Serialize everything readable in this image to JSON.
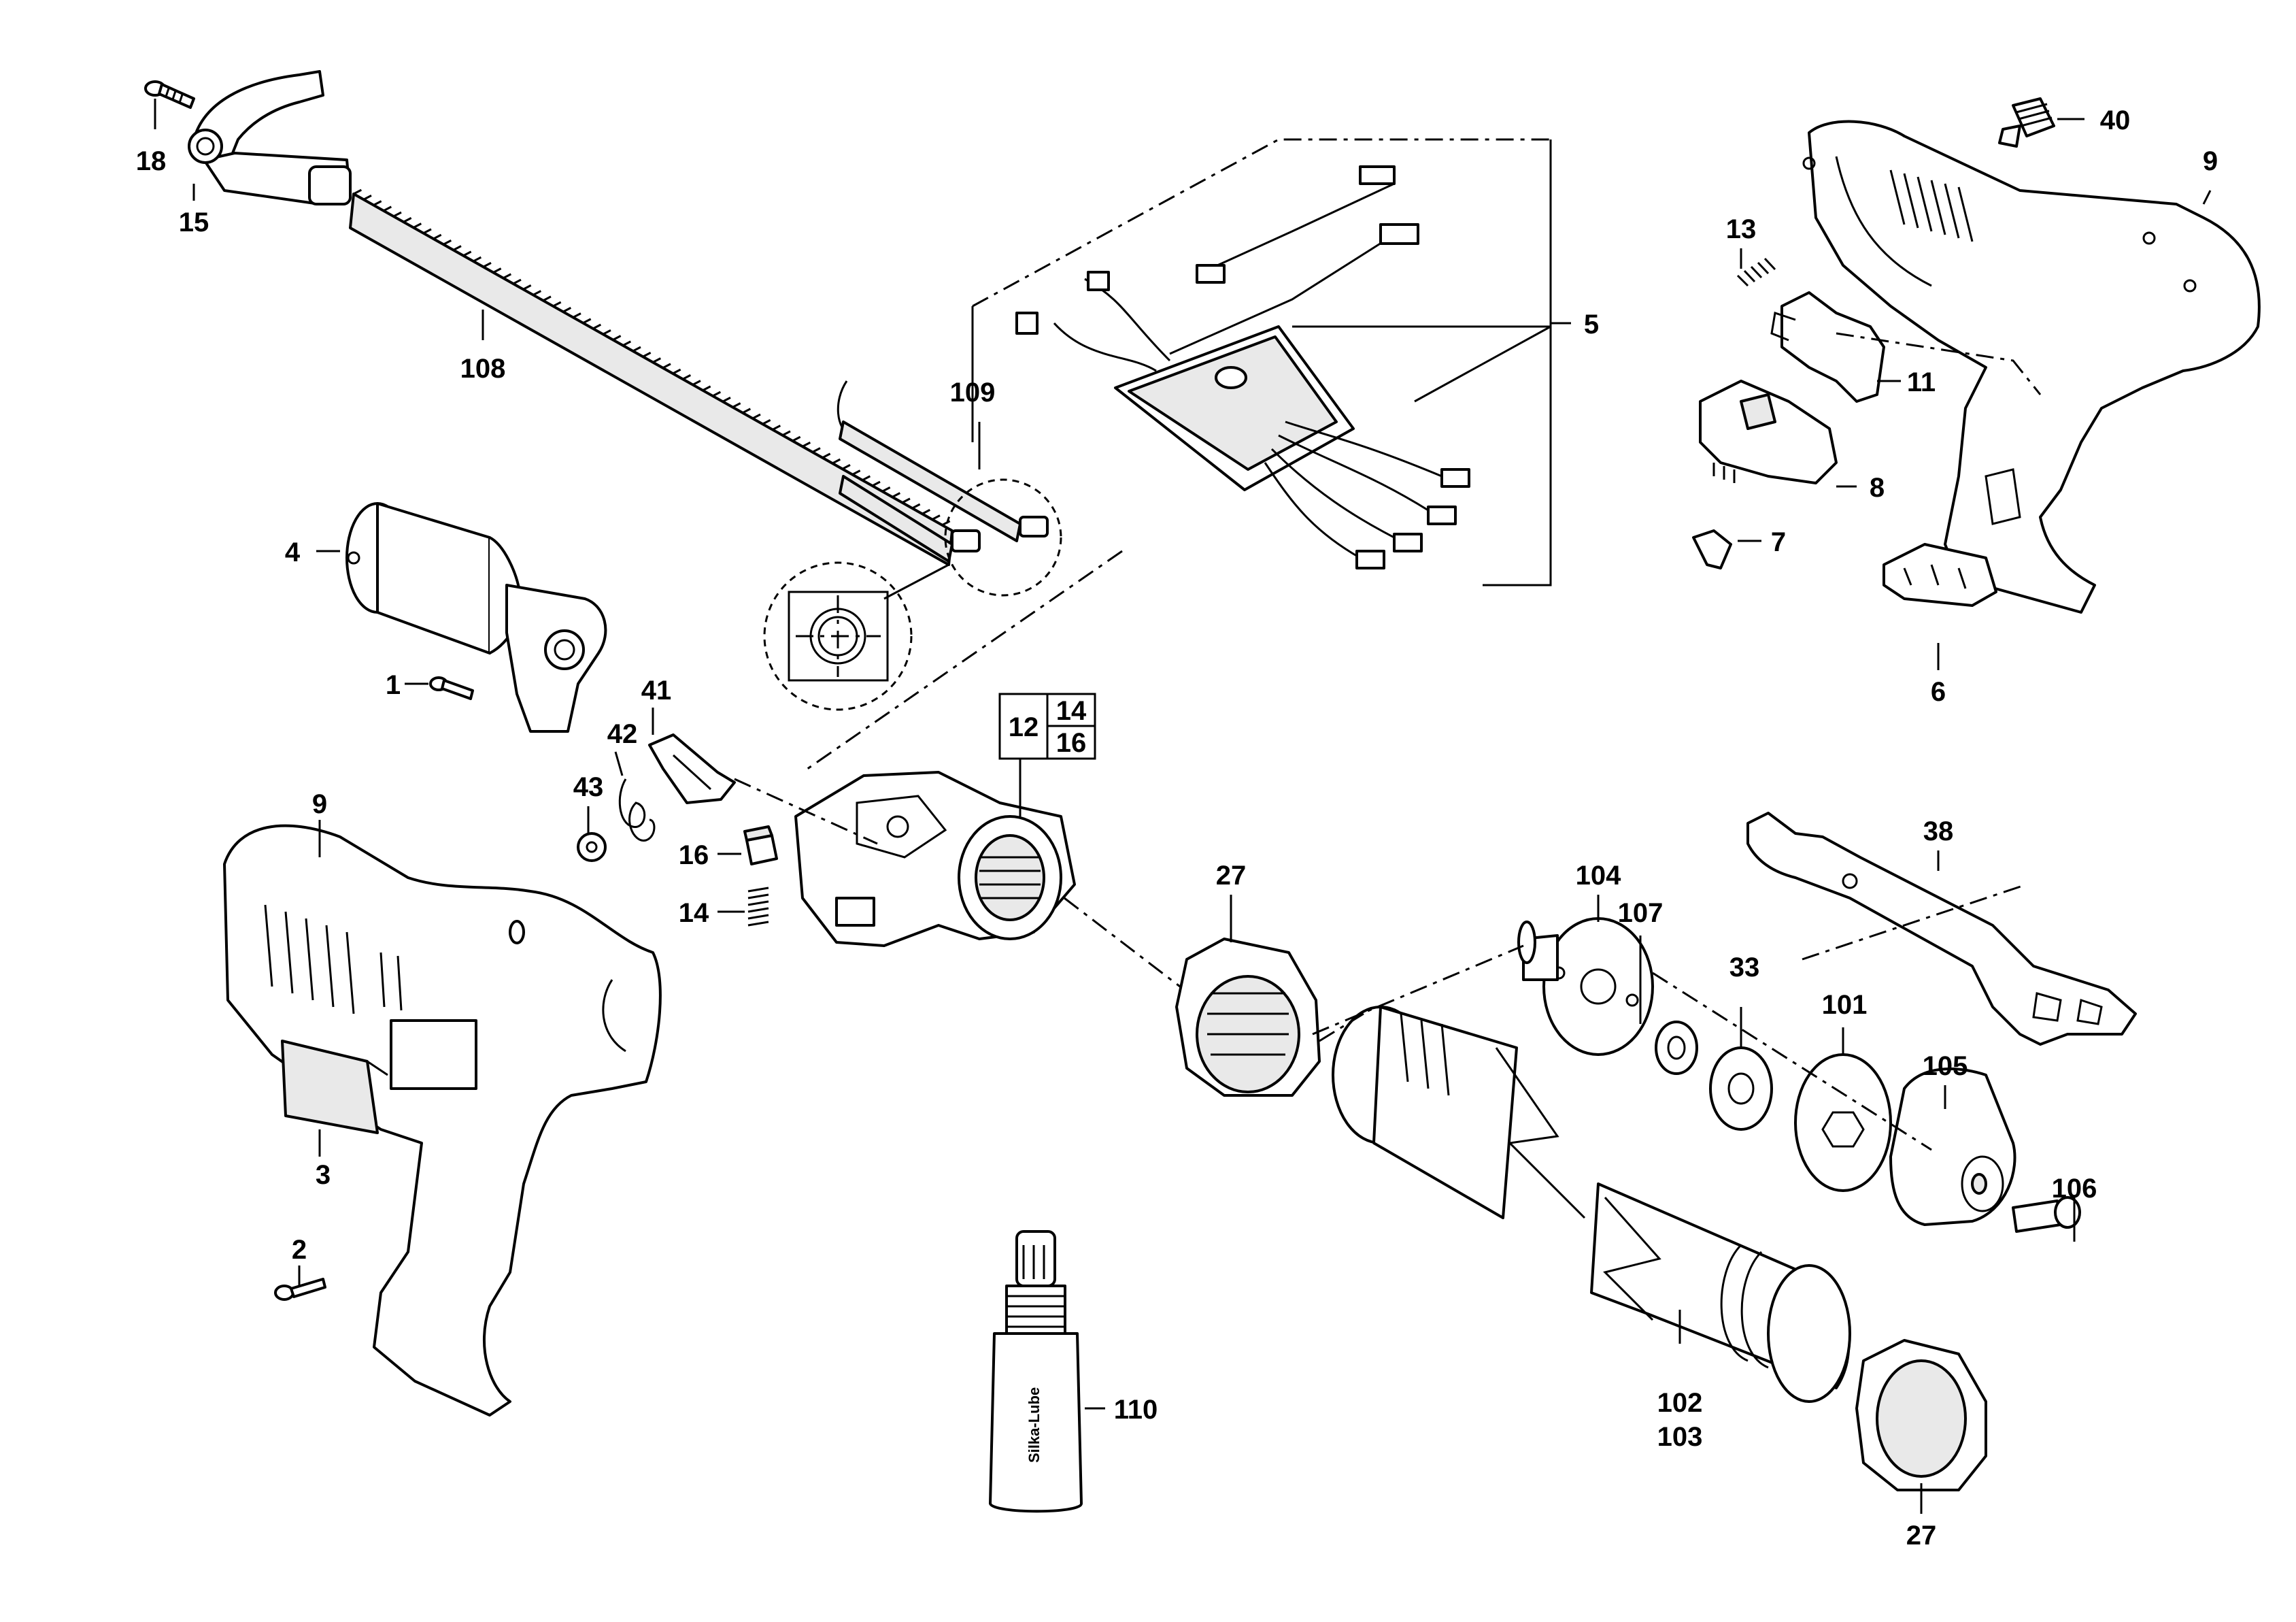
{
  "diagram": {
    "title": "",
    "bottle_label": "Silka-Lube",
    "boxed_callout": {
      "left": "12",
      "right_top": "14",
      "right_bottom": "16"
    },
    "callouts": [
      {
        "id": "c18",
        "text": "18"
      },
      {
        "id": "c15",
        "text": "15"
      },
      {
        "id": "c108",
        "text": "108"
      },
      {
        "id": "c109",
        "text": "109"
      },
      {
        "id": "c5",
        "text": "5"
      },
      {
        "id": "c4",
        "text": "4"
      },
      {
        "id": "c1",
        "text": "1"
      },
      {
        "id": "c41",
        "text": "41"
      },
      {
        "id": "c42",
        "text": "42"
      },
      {
        "id": "c43",
        "text": "43"
      },
      {
        "id": "c16",
        "text": "16"
      },
      {
        "id": "c14",
        "text": "14"
      },
      {
        "id": "c9a",
        "text": "9"
      },
      {
        "id": "c3",
        "text": "3"
      },
      {
        "id": "c2",
        "text": "2"
      },
      {
        "id": "c27a",
        "text": "27"
      },
      {
        "id": "c104",
        "text": "104"
      },
      {
        "id": "c107",
        "text": "107"
      },
      {
        "id": "c33",
        "text": "33"
      },
      {
        "id": "c101",
        "text": "101"
      },
      {
        "id": "c105",
        "text": "105"
      },
      {
        "id": "c106",
        "text": "106"
      },
      {
        "id": "c38",
        "text": "38"
      },
      {
        "id": "c102",
        "text": "102"
      },
      {
        "id": "c103",
        "text": "103"
      },
      {
        "id": "c27b",
        "text": "27"
      },
      {
        "id": "c110",
        "text": "110"
      },
      {
        "id": "c40",
        "text": "40"
      },
      {
        "id": "c9b",
        "text": "9"
      },
      {
        "id": "c13",
        "text": "13"
      },
      {
        "id": "c11",
        "text": "11"
      },
      {
        "id": "c8",
        "text": "8"
      },
      {
        "id": "c7",
        "text": "7"
      },
      {
        "id": "c6",
        "text": "6"
      }
    ]
  }
}
